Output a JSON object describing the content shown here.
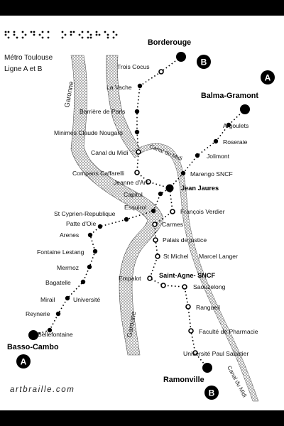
{
  "map": {
    "title_line1": "Métro Toulouse",
    "title_line2": "Ligne A et B",
    "credit": "artbraille.com",
    "rivers": {
      "garonne_top": "Garonne",
      "garonne_bottom": "Garonne"
    },
    "canal": {
      "upper": "Canal du Midi",
      "lower": "Canal du Midi"
    },
    "line_a": {
      "badge": "A",
      "termini": [
        "Balma-Gramont",
        "Basso-Cambo"
      ],
      "stations": [
        "Balma-Gramont",
        "Argoulets",
        "Roseraie",
        "Jolimont",
        "Marengo  SNCF",
        "Jean Jaures",
        "Capitol",
        "Esquirol",
        "St Cyprien-Republique",
        "Patte d'Oie",
        "Arenes",
        "Fontaine Lestang",
        "Mermoz",
        "Bagatelle",
        "Mirail",
        "Université",
        "Reynerie",
        "Bellefontaine",
        "Basso-Cambo"
      ]
    },
    "line_b": {
      "badge": "B",
      "termini": [
        "Borderouge",
        "Ramonville"
      ],
      "stations": [
        "Borderouge",
        "Trois Cocus",
        "La Vache",
        "Barrière de Paris",
        "Minimes Claude Nougaro",
        "Canal du Midi",
        "Compans Caffarelli",
        "Jeanne d'Arc",
        "Jean Jaures",
        "François Verdier",
        "Carmes",
        "Palais de justice",
        "St Michel",
        "Marcel Langer",
        "Empalot",
        "Saint-Agne- SNCF",
        "Saouzelong",
        "Rangueil",
        "Faculté de Pharmacie",
        "Université Paul Sabatier",
        "Ramonville"
      ]
    }
  }
}
